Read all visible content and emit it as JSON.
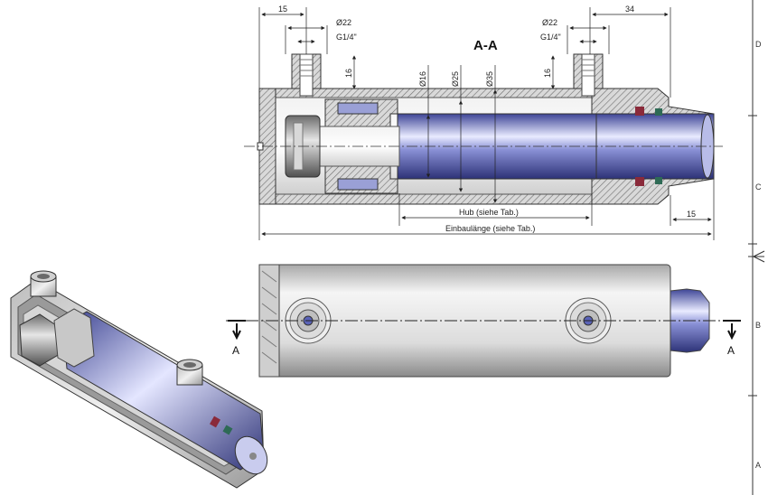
{
  "section_view": {
    "title": "A-A",
    "dims": {
      "left_offset": "15",
      "right_offset": "34",
      "port_dia_left": "Ø22",
      "port_thread_left": "G1/4\"",
      "port_dia_right": "Ø22",
      "port_thread_right": "G1/4\"",
      "port_depth_left": "16",
      "port_depth_right": "16",
      "rod_dia": "Ø16",
      "piston_dia": "Ø25",
      "tube_dia": "Ø35",
      "stroke": "Hub (siehe Tab.)",
      "install_length": "Einbaulänge (siehe Tab.)",
      "rod_extension": "15"
    }
  },
  "side_view": {
    "cut_left": "A",
    "cut_right": "A"
  },
  "frame_zones": [
    "D",
    "C",
    "B",
    "A"
  ],
  "colors": {
    "steel_light": "#e6e6e6",
    "steel_dark": "#8c8c8c",
    "rod_blue": "#5a63b8",
    "hatch": "#7a7a7a",
    "seal_red": "#8a2a3a",
    "seal_green": "#2e6a55"
  }
}
